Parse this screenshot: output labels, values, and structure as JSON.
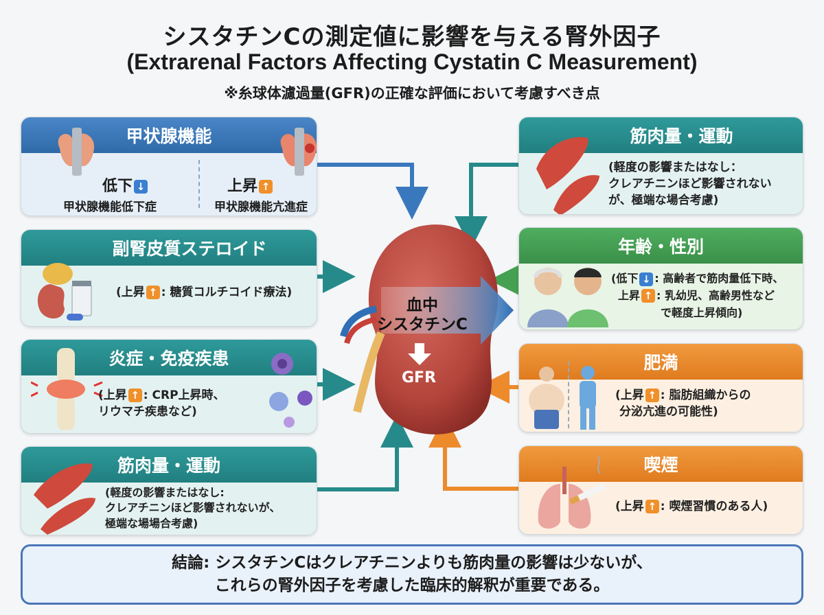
{
  "header": {
    "title_ja": "シスタチンCの測定値に影響を与える腎外因子",
    "title_en": "(Extrarenal Factors Affecting Cystatin C Measurement)",
    "subtitle": "※糸球体濾過量(GFR)の正確な評価において考慮すべき点"
  },
  "center": {
    "label_line1": "血中",
    "label_line2": "シスタチンC",
    "gfr": "GFR"
  },
  "cards": {
    "thyroid": {
      "title": "甲状腺機能",
      "low_label": "低下",
      "low_icon": "↓",
      "low_desc": "甲状腺機能低下症",
      "high_label": "上昇",
      "high_icon": "↑",
      "high_desc": "甲状腺機能亢進症"
    },
    "steroid": {
      "title": "副腎皮質ステロイド",
      "pre": "(上昇",
      "icon": "↑",
      "text": ": 糖質コルチコイド療法)"
    },
    "inflammation": {
      "title": "炎症・免疫疾患",
      "pre": "(上昇",
      "icon": "↑",
      "line1": ": CRP上昇時、",
      "line2": "リウマチ疾患など)"
    },
    "muscle_left": {
      "title": "筋肉量・運動",
      "line1": "(軽度の影響またはなし:",
      "line2": "クレアチニンほど影響されないが、",
      "line3": "極端な場場合考慮)"
    },
    "muscle_right": {
      "title": "筋肉量・運動",
      "line1": "(軽度の影響またはなし：",
      "line2": "クレアチニンほど影響されない",
      "line3": "が、極端な場合考慮)"
    },
    "age": {
      "title": "年齢・性別",
      "pre1": "(低下",
      "icon1": "↓",
      "text1": ": 高齢者で筋肉量低下時、",
      "pre2": "上昇",
      "icon2": "↑",
      "text2": ": 乳幼児、高齢男性など",
      "text3": "で軽度上昇傾向)"
    },
    "obesity": {
      "title": "肥満",
      "pre": "(上昇",
      "icon": "↑",
      "line1": ": 脂肪組織からの",
      "line2": "分泌亢進の可能性)"
    },
    "smoking": {
      "title": "喫煙",
      "pre": "(上昇",
      "icon": "↑",
      "text": ": 喫煙習慣のある人)"
    }
  },
  "conclusion": {
    "line1": "結論: シスタチンCはクレアチニンよりも筋肉量の影響は少ないが、",
    "line2": "これらの腎外因子を考慮した臨床的解釈が重要である。"
  },
  "colors": {
    "blue": "#3a78bd",
    "teal": "#268a8a",
    "green": "#45a052",
    "orange": "#ec8a2c",
    "kidney": "#b6443c"
  }
}
